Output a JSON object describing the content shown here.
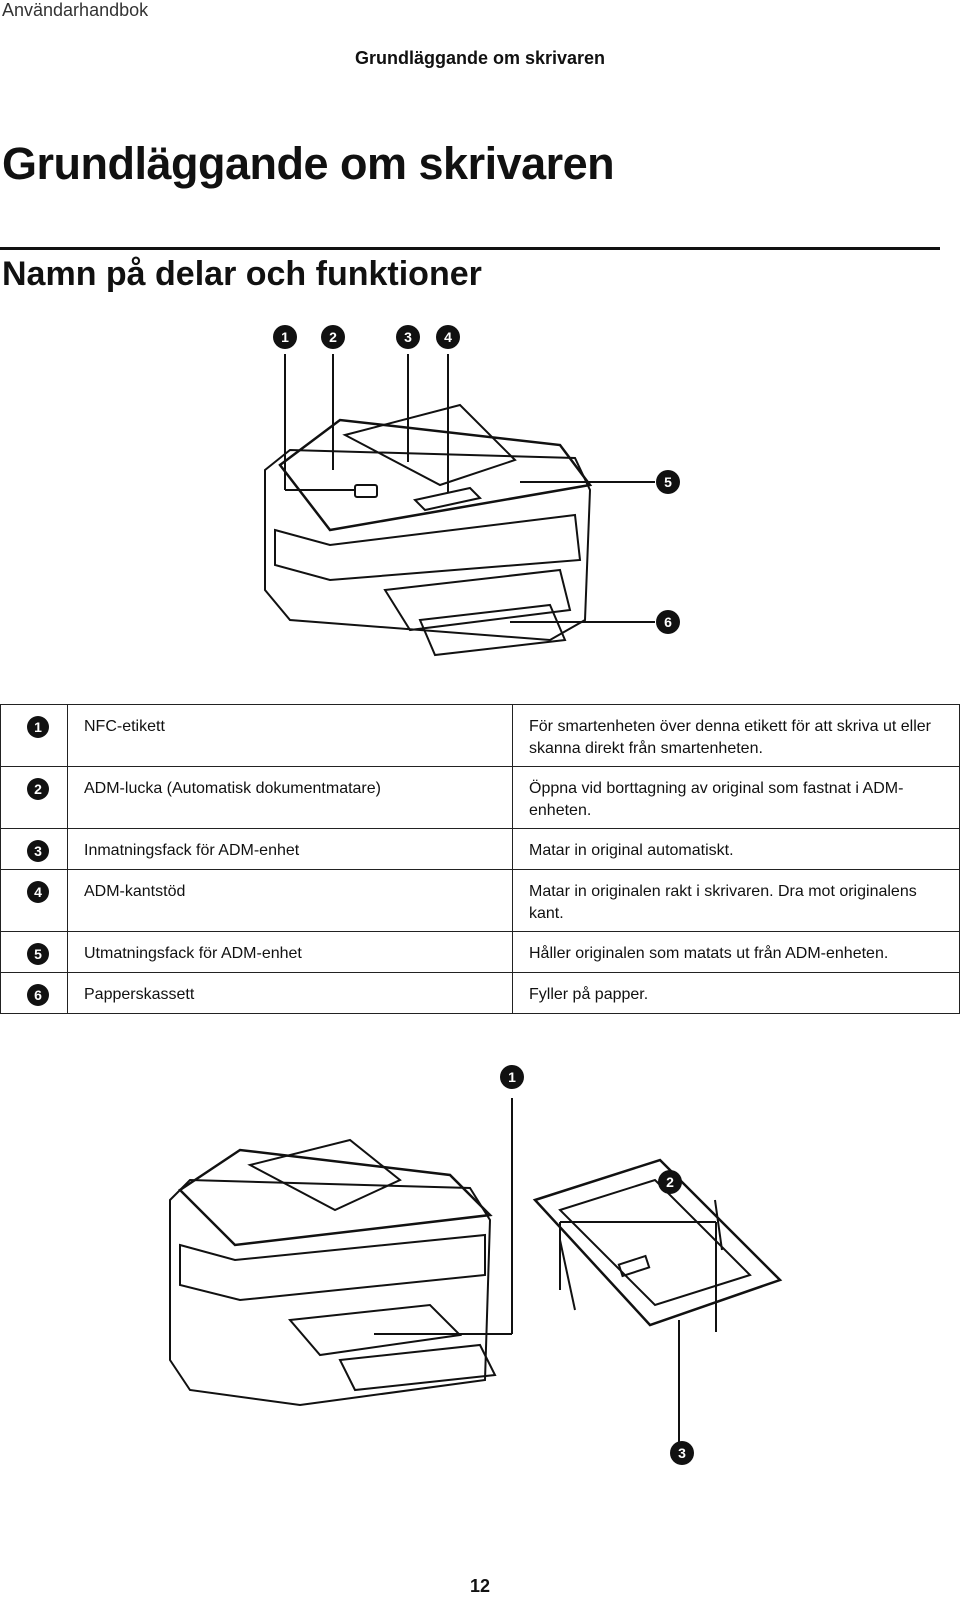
{
  "header": {
    "manual_title": "Användarhandbok",
    "running_title": "Grundläggande om skrivaren"
  },
  "heading1": "Grundläggande om skrivaren",
  "heading2": "Namn på delar och funktioner",
  "figure1": {
    "callouts": [
      "1",
      "2",
      "3",
      "4",
      "5",
      "6"
    ]
  },
  "parts_table": [
    {
      "num": "1",
      "name": "NFC-etikett",
      "desc": "För smartenheten över denna etikett för att skriva ut eller skanna direkt från smartenheten."
    },
    {
      "num": "2",
      "name": "ADM-lucka (Automatisk dokumentmatare)",
      "desc": "Öppna vid borttagning av original som fastnat i ADM-enheten."
    },
    {
      "num": "3",
      "name": "Inmatningsfack för ADM-enhet",
      "desc": "Matar in original automatiskt."
    },
    {
      "num": "4",
      "name": "ADM-kantstöd",
      "desc": "Matar in originalen rakt i skrivaren. Dra mot originalens kant."
    },
    {
      "num": "5",
      "name": "Utmatningsfack för ADM-enhet",
      "desc": "Håller originalen som matats ut från ADM-enheten."
    },
    {
      "num": "6",
      "name": "Papperskassett",
      "desc": "Fyller på papper."
    }
  ],
  "figure2": {
    "callouts": [
      "1",
      "2",
      "3"
    ]
  },
  "page_number": "12",
  "colors": {
    "ink": "#111111",
    "badge": "#111111"
  }
}
